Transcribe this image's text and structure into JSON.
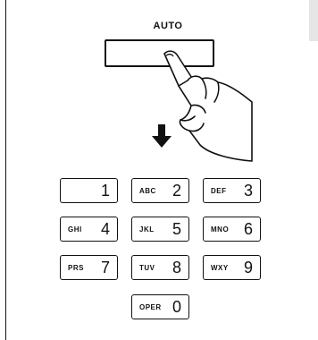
{
  "auto": {
    "label": "AUTO"
  },
  "keypad": {
    "keys": [
      {
        "letters": "",
        "digit": "1"
      },
      {
        "letters": "ABC",
        "digit": "2"
      },
      {
        "letters": "DEF",
        "digit": "3"
      },
      {
        "letters": "GHI",
        "digit": "4"
      },
      {
        "letters": "JKL",
        "digit": "5"
      },
      {
        "letters": "MNO",
        "digit": "6"
      },
      {
        "letters": "PRS",
        "digit": "7"
      },
      {
        "letters": "TUV",
        "digit": "8"
      },
      {
        "letters": "WXY",
        "digit": "9"
      },
      {
        "letters": "OPER",
        "digit": "0"
      }
    ]
  }
}
